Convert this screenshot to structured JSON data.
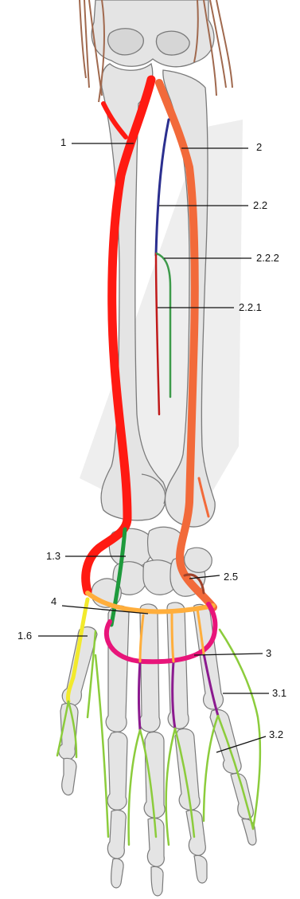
{
  "colors": {
    "background": "#ffffff",
    "bone_fill": "#e4e4e4",
    "bone_stroke": "#7a7a7a",
    "shadow": "#eeeeee",
    "tendon": "#a0694e",
    "leader_line": "#111111",
    "radial_artery": "#ff1a12",
    "ulnar_artery": "#f26a3a",
    "interosseous_anterior": "#2b2f8f",
    "interosseous_branch": "#c01a1a",
    "interosseous_green": "#3d9a4a",
    "palmar_carpal_branch": "#1e9a3c",
    "dorsal_carpal_arch": "#ffae3c",
    "deep_palmar_arch": "#e8157a",
    "thumb_artery": "#f2ea2c",
    "metacarpal_arteries": "#8b1a8f",
    "digital_arteries": "#8ccc3c",
    "deep_branch_ulnar": "#a0422a"
  },
  "labels": {
    "l1": "1",
    "l2": "2",
    "l2_2": "2.2",
    "l2_2_2": "2.2.2",
    "l2_2_1": "2.2.1",
    "l1_3": "1.3",
    "l2_5": "2.5",
    "l4": "4",
    "l1_6": "1.6",
    "l3": "3",
    "l3_1": "3.1",
    "l3_2": "3.2"
  }
}
